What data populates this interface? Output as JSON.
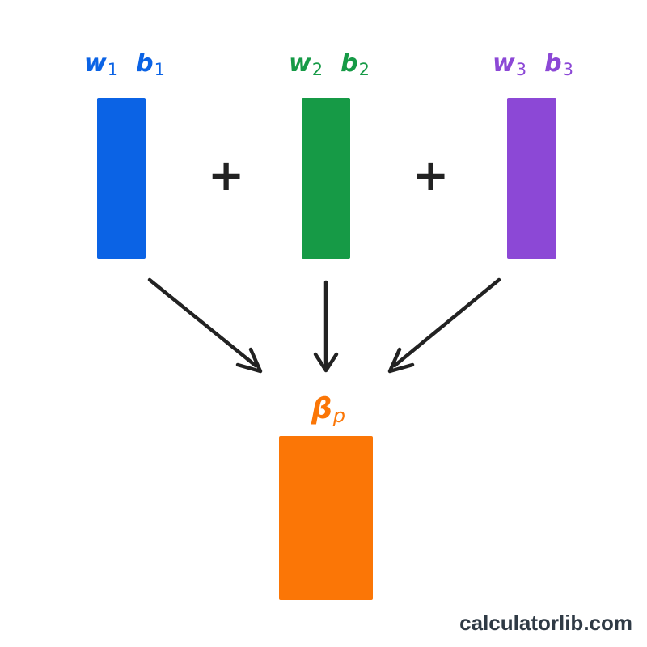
{
  "colors": {
    "input1": "#0b63e5",
    "input2": "#169a46",
    "input3": "#8c48d6",
    "output": "#fb7606",
    "arrow": "#222222",
    "watermark": "#2f3a45"
  },
  "inputs": [
    {
      "w": "w",
      "w_sub": "1",
      "b": "b",
      "b_sub": "1"
    },
    {
      "w": "w",
      "w_sub": "2",
      "b": "b",
      "b_sub": "2"
    },
    {
      "w": "w",
      "w_sub": "3",
      "b": "b",
      "b_sub": "3"
    }
  ],
  "operators": [
    "+",
    "+"
  ],
  "output": {
    "symbol": "β",
    "sub": "p"
  },
  "watermark": "calculatorlib.com"
}
